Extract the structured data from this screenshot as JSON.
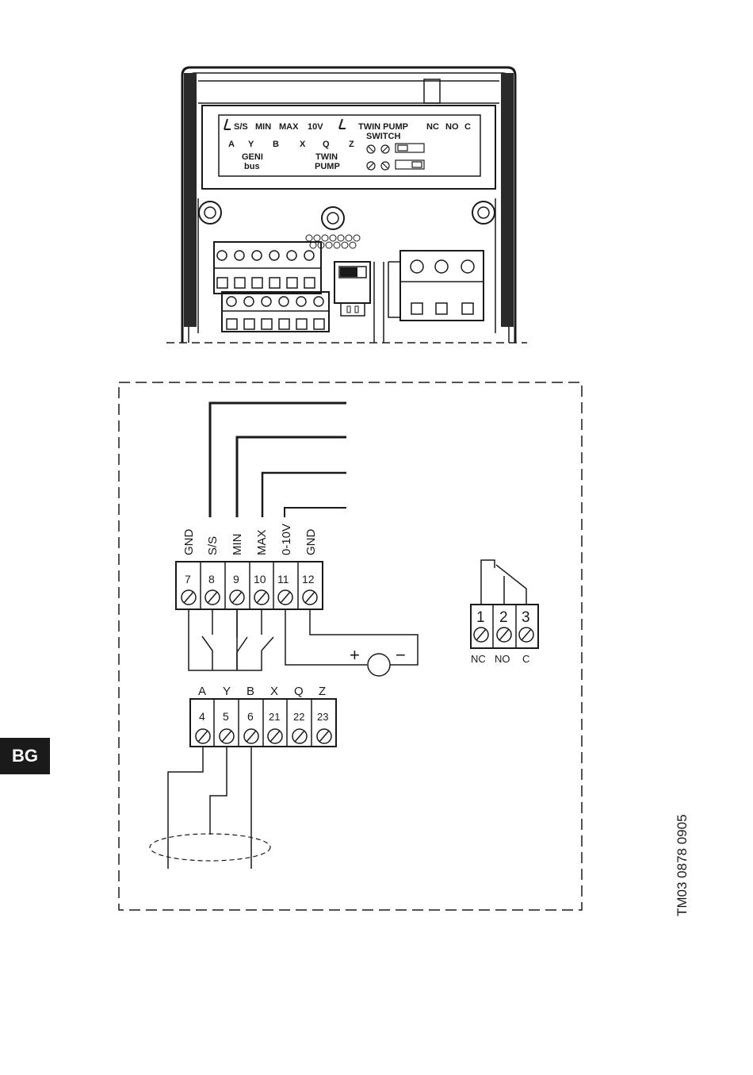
{
  "language_tab": "BG",
  "drawing_code": "TM03 0878 0905",
  "module": {
    "top_labels": [
      "S/S",
      "MIN",
      "MAX",
      "10V"
    ],
    "twin_pump_switch": "TWIN PUMP\nSWITCH",
    "relay_labels": [
      "NC",
      "NO",
      "C"
    ],
    "bottom_labels": [
      "A",
      "Y",
      "B",
      "X",
      "Q",
      "Z"
    ],
    "geni_bus": "GENI\nbus",
    "twin_pump": "TWIN\nPUMP"
  },
  "terminals_top": {
    "signals": [
      "GND",
      "S/S",
      "MIN",
      "MAX",
      "0-10V",
      "GND"
    ],
    "numbers": [
      "7",
      "8",
      "9",
      "10",
      "11",
      "12"
    ]
  },
  "terminals_bus": {
    "letters": [
      "A",
      "Y",
      "B",
      "X",
      "Q",
      "Z"
    ],
    "numbers": [
      "4",
      "5",
      "6",
      "21",
      "22",
      "23"
    ]
  },
  "relay": {
    "numbers": [
      "1",
      "2",
      "3"
    ],
    "labels": [
      "NC",
      "NO",
      "C"
    ]
  },
  "source": {
    "plus": "+",
    "minus": "−"
  }
}
